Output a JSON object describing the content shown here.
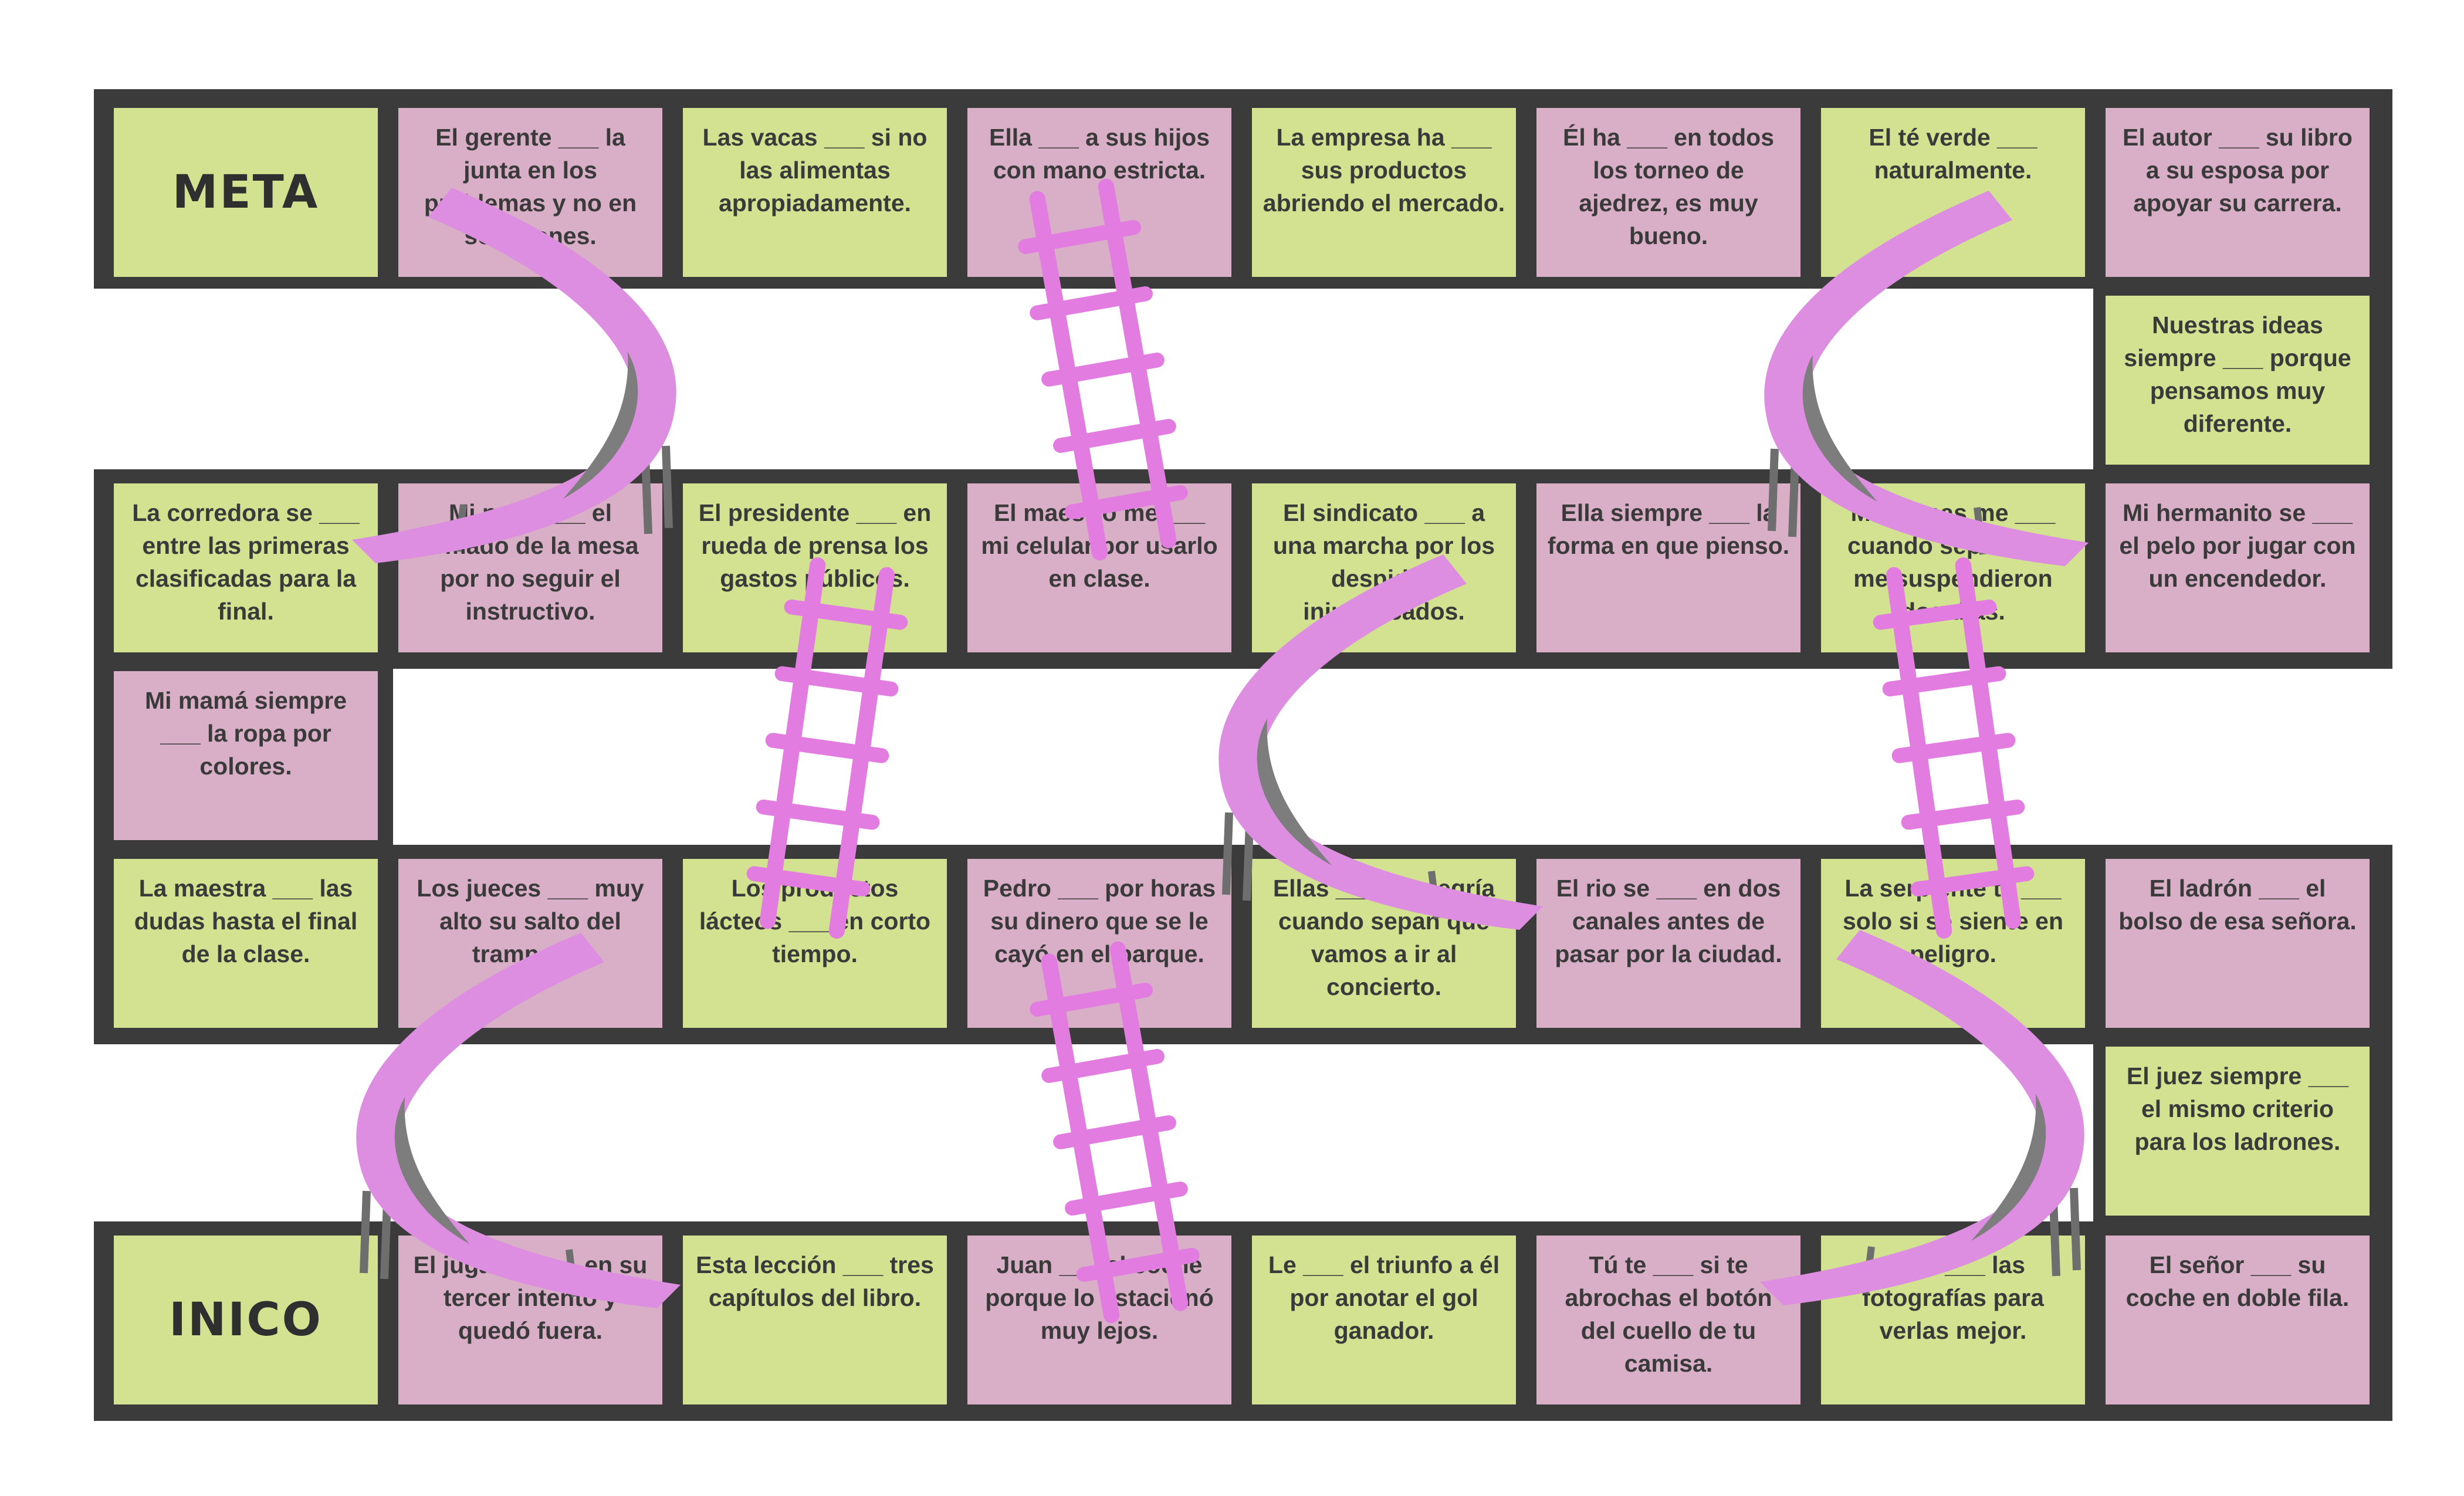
{
  "board": {
    "colors": {
      "frame": "#3b3b3b",
      "green": "#d3e291",
      "pink": "#d8afc6",
      "ladder": "#e27ce0",
      "slide": "#dd8ee0",
      "slide_shadow": "#7d7d7d"
    },
    "rows": [
      [
        {
          "text": "META",
          "color": "green",
          "label": true
        },
        {
          "text": "El gerente ___ la junta en los problemas y no en soluciones.",
          "color": "pink"
        },
        {
          "text": "Las vacas ___ si no las alimentas apropiadamente.",
          "color": "green"
        },
        {
          "text": "Ella ___ a sus hijos con mano estricta.",
          "color": "pink"
        },
        {
          "text": "La empresa ha ___ sus productos abriendo el mercado.",
          "color": "green"
        },
        {
          "text": "Él ha ___ en todos los torneo de ajedrez, es muy bueno.",
          "color": "pink"
        },
        {
          "text": "El té verde ___ naturalmente.",
          "color": "green"
        },
        {
          "text": "El autor ___ su libro a su esposa por apoyar su carrera.",
          "color": "pink"
        }
      ],
      [
        {
          "text": "La corredora se ___ entre las primeras clasificadas para la final.",
          "color": "green"
        },
        {
          "text": "Mi papá ___ el armado de la mesa por no seguir el instructivo.",
          "color": "pink"
        },
        {
          "text": "El presidente ___ en rueda de prensa los gastos públicos.",
          "color": "green"
        },
        {
          "text": "El maestro me ___ mi celular por usarlo en clase.",
          "color": "pink"
        },
        {
          "text": "El sindicato ___ a una marcha por los despidos injustificados.",
          "color": "green"
        },
        {
          "text": "Ella siempre ___ la forma en que pienso.",
          "color": "pink"
        },
        {
          "text": "Mis papas me ___ cuando sepan que me suspendieron dos días.",
          "color": "green"
        },
        {
          "text": "Mi hermanito se ___ el pelo por jugar con un encendedor.",
          "color": "pink"
        }
      ],
      [
        {
          "text": "La maestra ___ las dudas hasta el final de la clase.",
          "color": "green"
        },
        {
          "text": "Los jueces ___ muy alto su salto del trampolín.",
          "color": "pink"
        },
        {
          "text": "Los productos lácteos ___ en corto tiempo.",
          "color": "green"
        },
        {
          "text": "Pedro ___ por horas su dinero que se le cayó en el parque.",
          "color": "pink"
        },
        {
          "text": "Ellas ___ de alegría cuando sepan que vamos a ir al concierto.",
          "color": "green"
        },
        {
          "text": "El rio se ___ en dos canales antes de pasar por la ciudad.",
          "color": "pink"
        },
        {
          "text": "La serpiente te ___ solo si se siente en peligro.",
          "color": "green"
        },
        {
          "text": "El ladrón ___ el bolso de esa señora.",
          "color": "pink"
        }
      ],
      [
        {
          "text": "INICO",
          "color": "green",
          "label": true
        },
        {
          "text": "El jugador ___ en su tercer intento y quedó fuera.",
          "color": "pink"
        },
        {
          "text": "Esta lección ___ tres capítulos del libro.",
          "color": "green"
        },
        {
          "text": "Juan ___ el coche porque lo estacionó muy lejos.",
          "color": "pink"
        },
        {
          "text": "Le ___ el triunfo a él por anotar el gol ganador.",
          "color": "green"
        },
        {
          "text": "Tú te ___ si te abrochas el botón del cuello de tu camisa.",
          "color": "pink"
        },
        {
          "text": "Ellos ___ las fotografías para verlas mejor.",
          "color": "green"
        },
        {
          "text": "El señor ___ su coche en doble fila.",
          "color": "pink"
        }
      ]
    ],
    "connectors": [
      {
        "text": "Nuestras ideas siempre ___ porque pensamos muy diferente.",
        "color": "green"
      },
      {
        "text": "Mi mamá siempre ___ la ropa por colores.",
        "color": "pink"
      },
      {
        "text": "El juez siempre ___ el mismo criterio para los ladrones.",
        "color": "green"
      }
    ]
  }
}
